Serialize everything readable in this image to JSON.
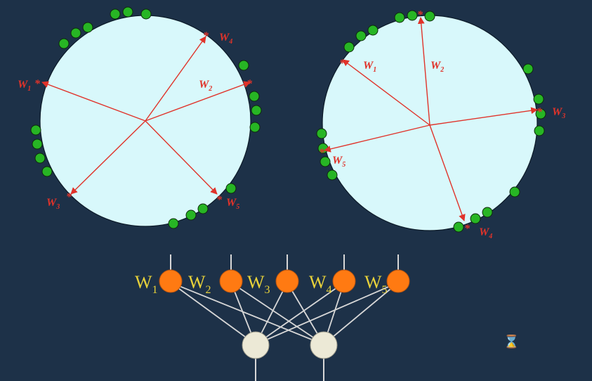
{
  "diagram": {
    "colors": {
      "background": "#1d3148",
      "circle_fill": "#d8f8fb",
      "arrow": "#e0332a",
      "data_point": "#27b524",
      "output_node": "#ff7a12",
      "input_node": "#ece9d6",
      "label": "#e8d23a",
      "connection": "#d7d7d7"
    },
    "left_circle": {
      "vectors": [
        {
          "name": "W",
          "sub": "4"
        },
        {
          "name": "W",
          "sub": "2"
        },
        {
          "name": "W",
          "sub": "1"
        },
        {
          "name": "W",
          "sub": "3"
        },
        {
          "name": "W",
          "sub": "5"
        }
      ]
    },
    "right_circle": {
      "vectors": [
        {
          "name": "W",
          "sub": "1"
        },
        {
          "name": "W",
          "sub": "2"
        },
        {
          "name": "W",
          "sub": "3"
        },
        {
          "name": "W",
          "sub": "5"
        },
        {
          "name": "W",
          "sub": "4"
        }
      ]
    },
    "network": {
      "output_nodes": [
        {
          "label": "W",
          "sub": "1"
        },
        {
          "label": "W",
          "sub": "2"
        },
        {
          "label": "W",
          "sub": "3"
        },
        {
          "label": "W",
          "sub": "4"
        },
        {
          "label": "W",
          "sub": "5"
        }
      ],
      "input_nodes": 2
    },
    "busy_icon": "hourglass-icon"
  }
}
